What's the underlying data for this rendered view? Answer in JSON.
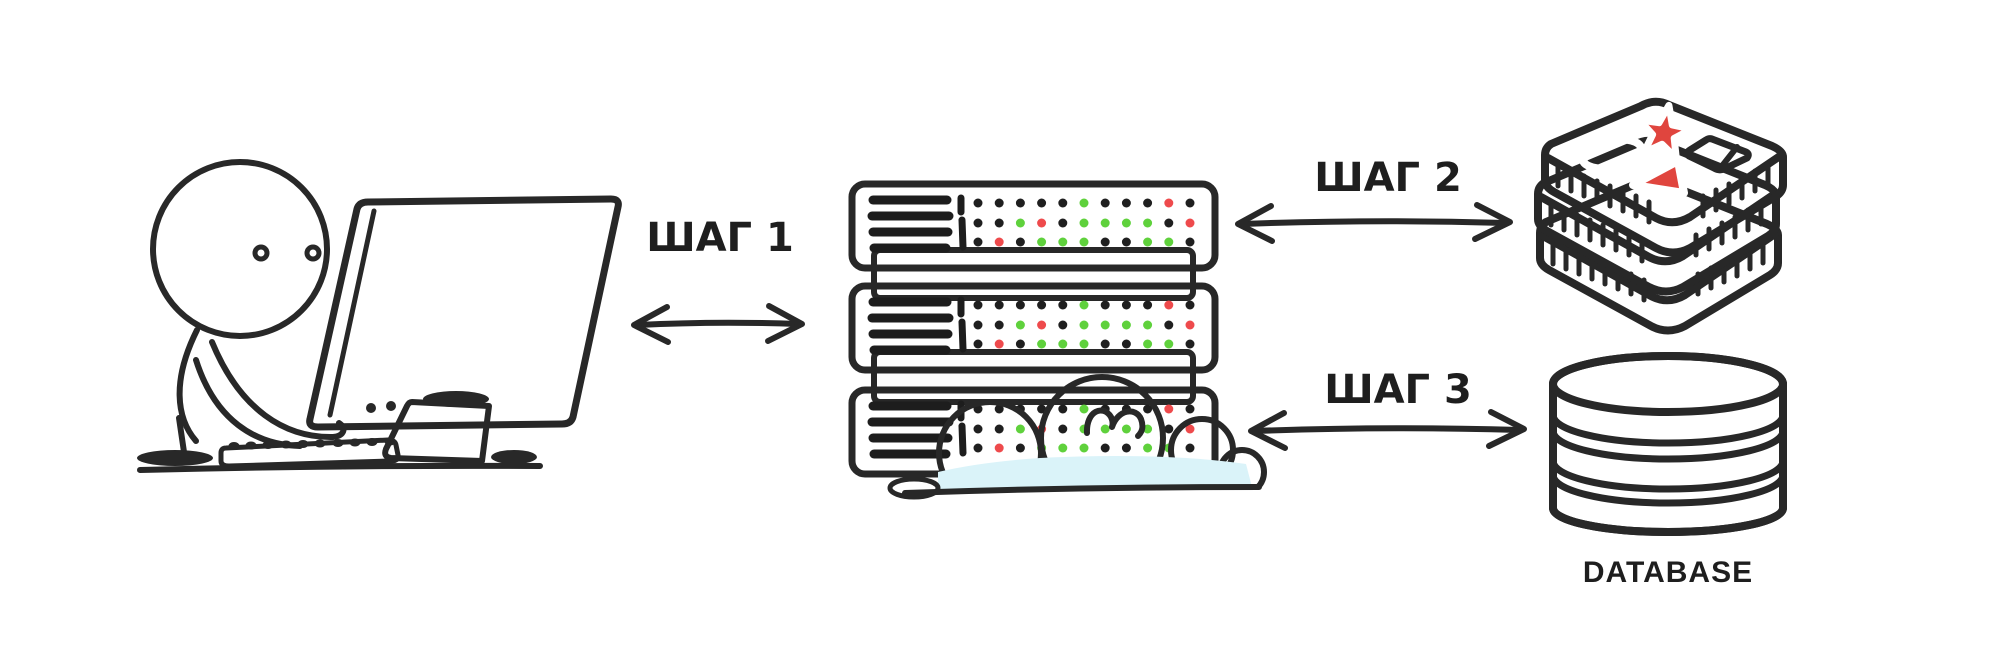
{
  "diagram": {
    "background": "#ffffff",
    "nodes": [
      {
        "id": "user",
        "name": "user-at-computer",
        "icon": "person-at-computer-icon",
        "label": ""
      },
      {
        "id": "server",
        "name": "application-server",
        "icon": "server-rack-icon",
        "label": ""
      },
      {
        "id": "cloud",
        "name": "cloud-overlay",
        "icon": "cloud-icon",
        "label": ""
      },
      {
        "id": "cache",
        "name": "redis-cache",
        "icon": "redis-stack-icon",
        "label": ""
      },
      {
        "id": "db",
        "name": "database",
        "icon": "database-cylinders-icon",
        "label": "DATABASE"
      }
    ],
    "edges": [
      {
        "id": "step1",
        "label": "ШАГ 1",
        "from": "user",
        "to": "server",
        "style": "double-headed-arrow"
      },
      {
        "id": "step2",
        "label": "ШАГ 2",
        "from": "server",
        "to": "cache",
        "style": "double-headed-arrow"
      },
      {
        "id": "step3",
        "label": "ШАГ 3",
        "from": "server",
        "to": "db",
        "style": "double-headed-arrow"
      }
    ]
  },
  "server": {
    "unit_count": 3,
    "unit_tops": [
      184,
      286,
      390
    ],
    "led_cols": 11,
    "led_rows": [
      "kkkkkgkkkrk",
      "kkgrkggggkr",
      "krkgggkkggk"
    ]
  },
  "colors": {
    "ink": "#1e1e1e",
    "outline": "#282828",
    "monitor_gray": "#c9c9c9",
    "server_gray": "#4f4f4f",
    "server_dark_gray": "#3c3c3c",
    "led_off": "#1f1f1f",
    "led_green": "#5fd13c",
    "led_red": "#ee4a4c",
    "cloud_blue": "#daf3f9",
    "redis_red": "#e0453e",
    "db_blue": "#6e8ef5",
    "db_blue_light": "#91acf8",
    "shape_white": "#ffffff"
  }
}
